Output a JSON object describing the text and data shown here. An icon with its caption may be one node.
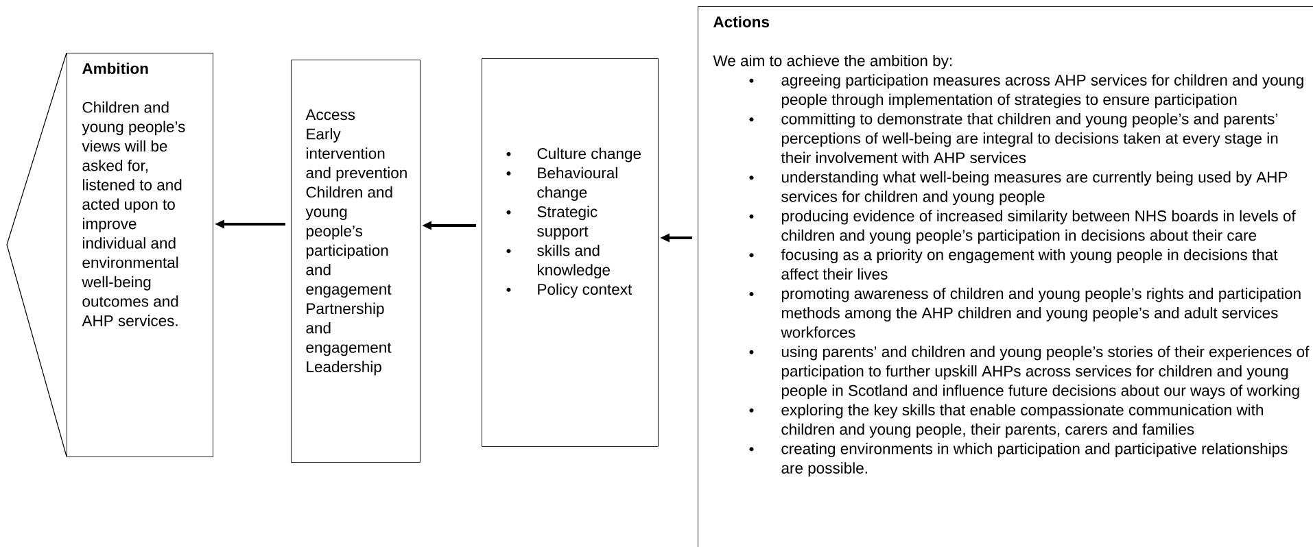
{
  "diagram": {
    "nodes": [
      {
        "text": [
          "Ambition",
          "Children and young people’s views will be asked for, listened to and acted upon to improve individual and environmental well-being outcomes and AHP services."
        ]
      },
      {
        "text": [
          "Access",
          "Early intervention and prevention",
          "Children and young people’s participation and engagement",
          "Partnership and engagement",
          "Leadership"
        ]
      },
      {
        "text": [
          "Culture change",
          "Behavioural change",
          "Strategic support",
          "skills and knowledge",
          "Policy context"
        ]
      },
      {
        "text": [
          "Actions",
          "We aim to achieve the ambition by:",
          "agreeing participation measures across AHP services for children and young people through implementation of strategies to ensure participation",
          "committing to demonstrate that children and young people’s and parents’ perceptions of well-being are integral to decisions taken at every stage in their involvement with AHP services",
          "understanding what well-being measures are currently being used by AHP services for children and young people",
          "producing evidence of increased similarity between NHS boards in levels of children and young people’s participation in decisions about their care",
          "focusing as a priority on engagement with young people in decisions that affect their lives",
          "promoting awareness of children and young people’s rights and participation methods among the AHP children and young people’s and adult services workforces",
          "using parents’ and children and young people’s stories of their experiences of participation to further upskill AHPs across services for children and young people in Scotland and influence future decisions about our ways of working",
          "exploring the key skills that enable compassionate communication with children and young people, their parents, carers and families",
          "creating environments in which participation and participative relationships are possible."
        ]
      }
    ],
    "edges": [
      {
        "from": 1,
        "to": 0,
        "arrow": "to"
      },
      {
        "from": 2,
        "to": 1,
        "arrow": "to"
      },
      {
        "from": 3,
        "to": 2,
        "arrow": "to"
      }
    ]
  }
}
